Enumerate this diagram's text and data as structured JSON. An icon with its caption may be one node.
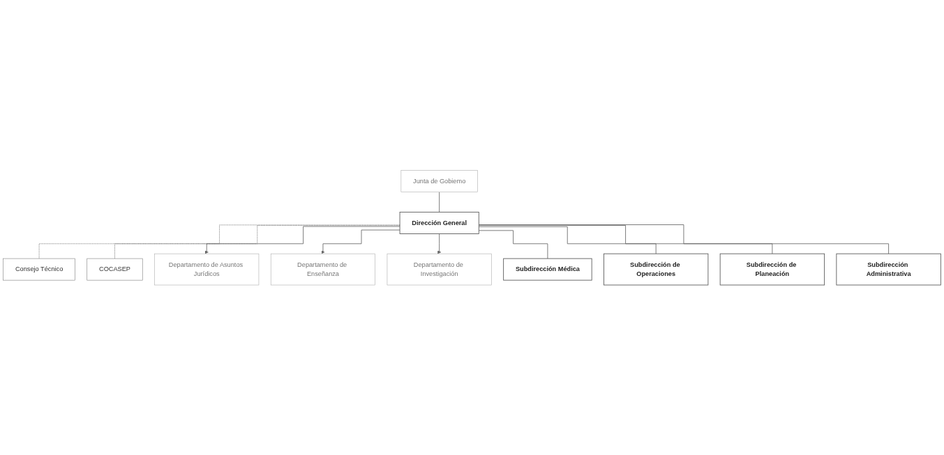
{
  "diagram": {
    "nodes": [
      {
        "text": [
          "Junta de Gobiemo"
        ]
      },
      {
        "text": [
          "Dirección General"
        ]
      },
      {
        "text": [
          "Consejo Técnico"
        ]
      },
      {
        "text": [
          "COCASEP"
        ]
      },
      {
        "text": [
          "Departamento de Asuntos Jurídicos"
        ]
      },
      {
        "text": [
          "Departamento de Enseñanza"
        ]
      },
      {
        "text": [
          "Departamento de Investigación"
        ]
      },
      {
        "text": [
          "Subdirección Médica"
        ]
      },
      {
        "text": [
          "Subdirección de Operaciones"
        ]
      },
      {
        "text": [
          "Subdirección de Planeación"
        ]
      },
      {
        "text": [
          "Subdirección Administrativa"
        ]
      }
    ],
    "edges": [
      {
        "from": 0,
        "to": 1,
        "arrow": "none"
      },
      {
        "from": 1,
        "to": 2,
        "arrow": "none",
        "style": "dashed"
      },
      {
        "from": 1,
        "to": 3,
        "arrow": "none",
        "style": "dashed"
      },
      {
        "from": 1,
        "to": 4,
        "arrow": "to"
      },
      {
        "from": 1,
        "to": 5,
        "arrow": "to"
      },
      {
        "from": 1,
        "to": 6,
        "arrow": "to"
      },
      {
        "from": 1,
        "to": 7,
        "arrow": "none"
      },
      {
        "from": 1,
        "to": 8,
        "arrow": "none"
      },
      {
        "from": 1,
        "to": 9,
        "arrow": "none"
      },
      {
        "from": 1,
        "to": 10,
        "arrow": "none"
      }
    ]
  }
}
